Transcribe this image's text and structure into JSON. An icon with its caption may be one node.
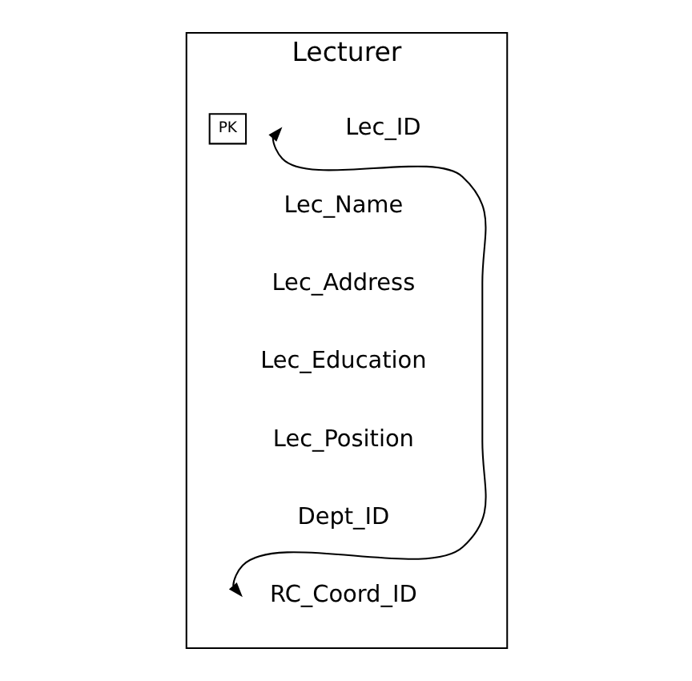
{
  "diagram": {
    "nodes": [
      {
        "text": [
          "Lecturer"
        ]
      },
      {
        "text": [
          "PK"
        ],
        "in": 0
      },
      {
        "text": [
          "Lec_ID"
        ],
        "in": 0
      },
      {
        "text": [
          "Lec_Name"
        ],
        "in": 0
      },
      {
        "text": [
          "Lec_Address"
        ],
        "in": 0
      },
      {
        "text": [
          "Lec_Education"
        ],
        "in": 0
      },
      {
        "text": [
          "Lec_Position"
        ],
        "in": 0
      },
      {
        "text": [
          "Dept_ID"
        ],
        "in": 0
      },
      {
        "text": [
          "RC_Coord_ID"
        ],
        "in": 0
      }
    ],
    "edges": [
      {
        "from": 8,
        "to": 2,
        "arrow": "both"
      }
    ]
  }
}
